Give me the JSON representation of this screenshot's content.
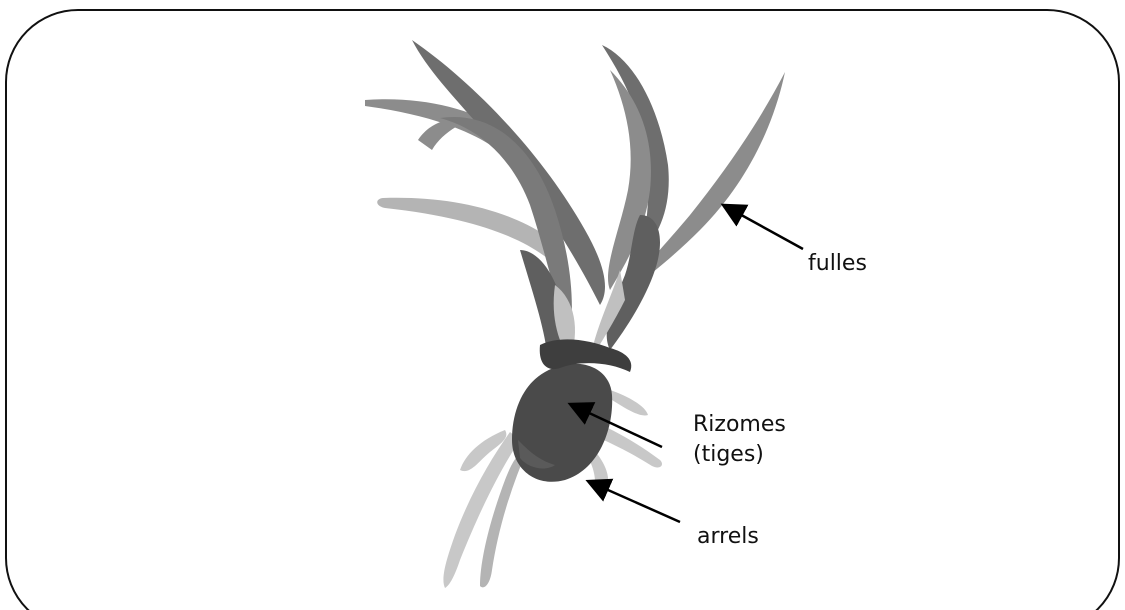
{
  "labels": {
    "leaves": "fulles",
    "rhizomes_line1": "Rizomes",
    "rhizomes_line2": "(tiges)",
    "roots": "arrels"
  },
  "colors": {
    "frame": "#111111",
    "leaf_dark": "#6e6e6e",
    "leaf_mid": "#8c8c8c",
    "leaf_light": "#b4b4b4",
    "rhizome": "#4a4a4a",
    "root": "#c8c8c8",
    "arrow": "#000000"
  }
}
